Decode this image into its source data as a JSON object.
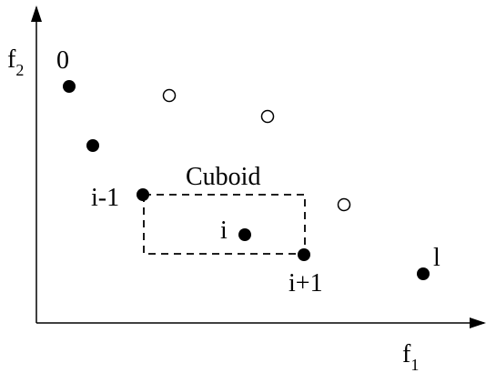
{
  "axes": {
    "x": {
      "base": "f",
      "subscript": "1"
    },
    "y": {
      "base": "f",
      "subscript": "2"
    }
  },
  "box_label": "Cuboid",
  "point_labels": {
    "first": "0",
    "prev": "i-1",
    "current": "i",
    "next": "i+1",
    "last": "l"
  },
  "colors": {
    "ink": "#000000",
    "background": "#ffffff"
  }
}
